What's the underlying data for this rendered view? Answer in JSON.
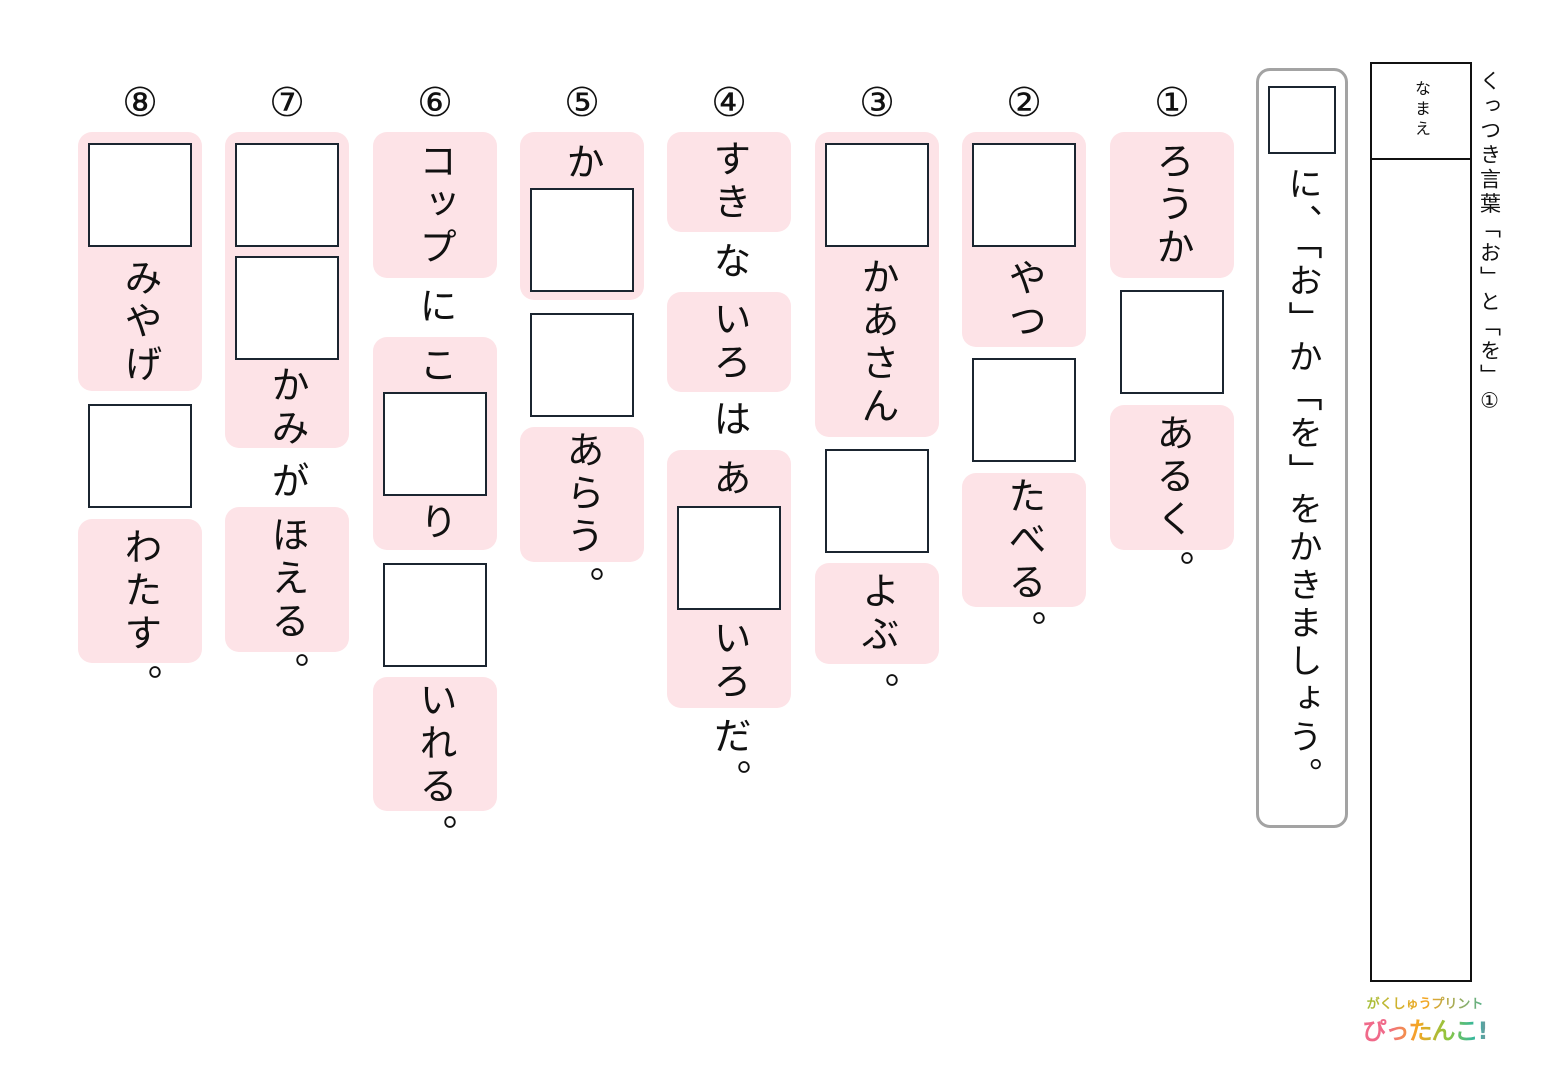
{
  "title": "くっつき言葉「お」と「を」①",
  "name_label": "なまえ",
  "instruction": "に、「お」か「を」をかきましょう。",
  "questions": [
    {
      "number": "①",
      "texts": [
        "ろうか",
        "あるく",
        "。"
      ]
    },
    {
      "number": "②",
      "texts": [
        "やつ",
        "たべる",
        "。"
      ]
    },
    {
      "number": "③",
      "texts": [
        "かあさん",
        "よぶ",
        "。"
      ]
    },
    {
      "number": "④",
      "texts": [
        "すき",
        "な",
        "いろ",
        "は",
        "あ",
        "いろ",
        "だ。"
      ]
    },
    {
      "number": "⑤",
      "texts": [
        "か",
        "あらう",
        "。"
      ]
    },
    {
      "number": "⑥",
      "texts": [
        "コップ",
        "に",
        "こ",
        "り",
        "いれる",
        "。"
      ]
    },
    {
      "number": "⑦",
      "texts": [
        "かみ",
        "が",
        "ほえる",
        "。"
      ]
    },
    {
      "number": "⑧",
      "texts": [
        "みやげ",
        "わたす",
        "。"
      ]
    }
  ],
  "logo": {
    "line1": "がくしゅうプリント",
    "line2": "ぴったんこ!"
  },
  "colors": {
    "highlight": "#fde3e7",
    "instruction_border": "#a3a3a3",
    "box_border": "#1b2530"
  }
}
